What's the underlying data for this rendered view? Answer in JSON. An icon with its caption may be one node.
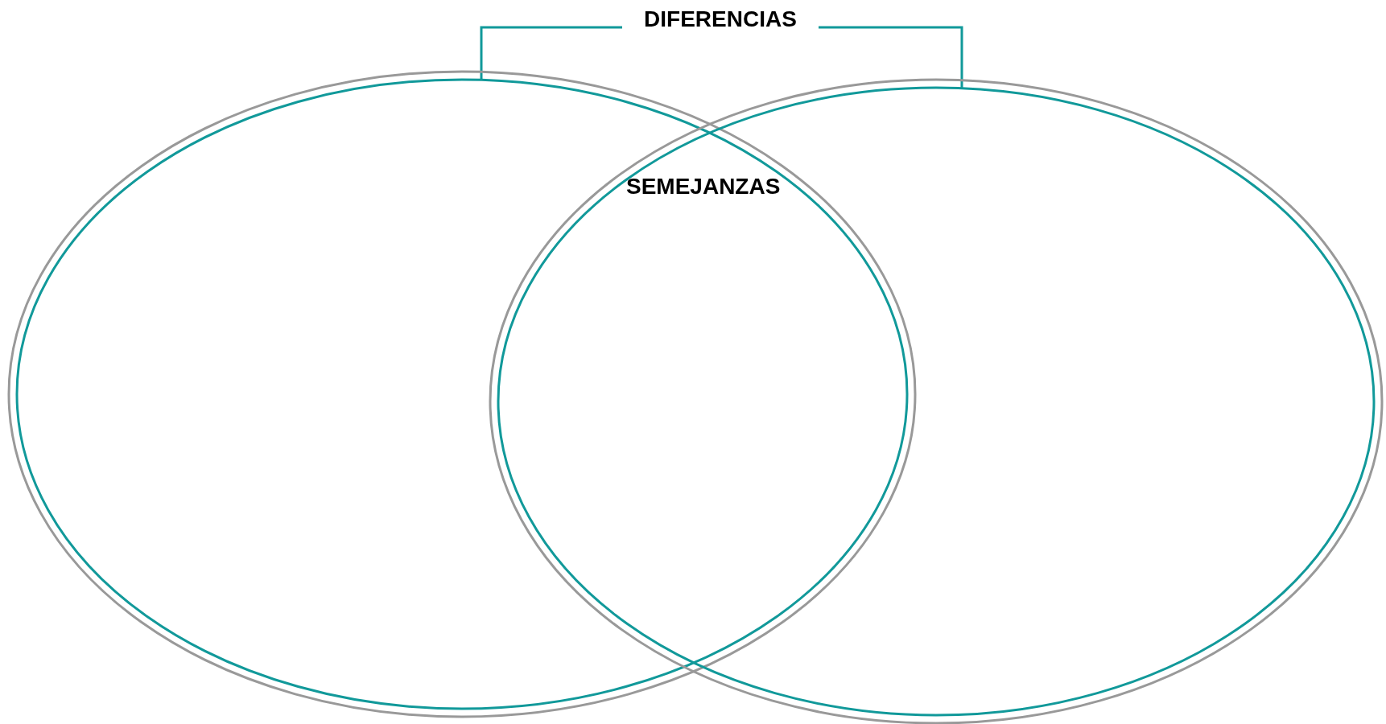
{
  "diagram": {
    "nodes": [
      {
        "text": [
          "DIFERENCIAS"
        ]
      },
      {
        "text": [],
        "shape": "ellipse"
      },
      {
        "text": [],
        "shape": "ellipse"
      }
    ],
    "edges": [
      {
        "from": 0,
        "to": 1,
        "arrow": "none"
      },
      {
        "from": 0,
        "to": 2,
        "arrow": "none"
      }
    ],
    "labels": [
      "SEMEJANZAS"
    ]
  }
}
